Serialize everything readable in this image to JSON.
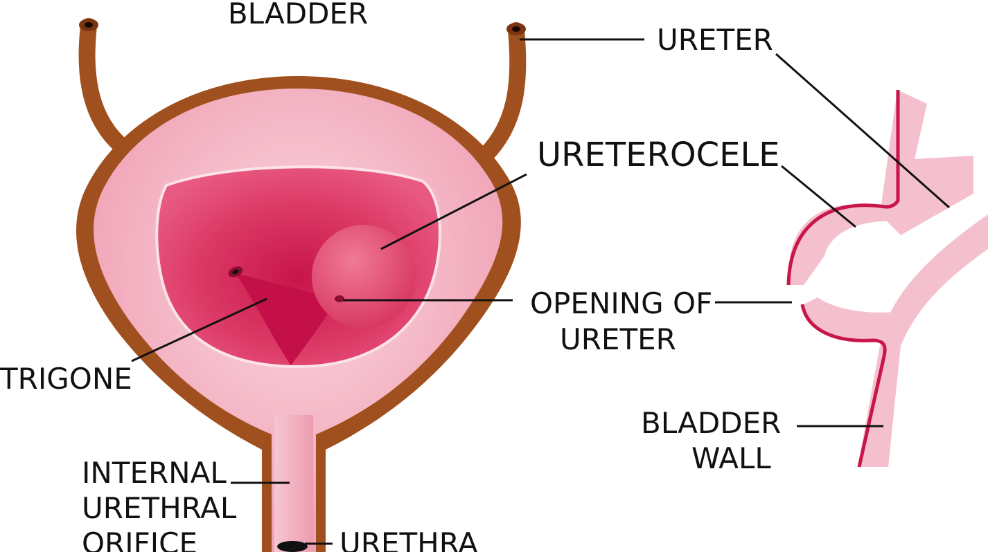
{
  "title": "BLADDER",
  "labels": {
    "ureter": "URETER",
    "ureterocele": "URETEROCELE",
    "opening_line1": "OPENING OF",
    "opening_line2": "URETER",
    "trigone": "TRIGONE",
    "bladder_wall_line1": "BLADDER",
    "bladder_wall_line2": "WALL",
    "internal_line1": "INTERNAL",
    "internal_line2": "URETHRAL",
    "internal_line3": "ORIFICE",
    "urethra": "URETHRA"
  },
  "colors": {
    "wall_brown": "#a0501e",
    "outer_pink": "#f2b8c4",
    "inner_pink": "#e3476f",
    "trigone_red": "#c8154a",
    "wall_line": "#c8154a",
    "label_text": "#111111"
  }
}
